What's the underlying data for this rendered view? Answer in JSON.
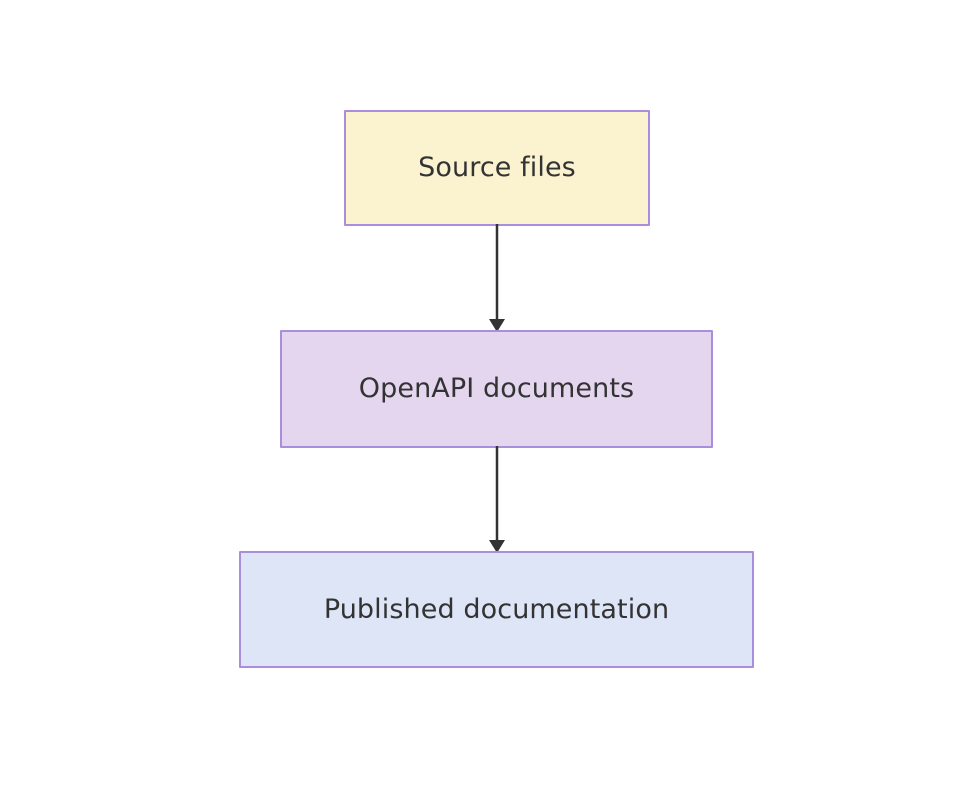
{
  "diagram": {
    "type": "flowchart",
    "direction": "top-to-bottom",
    "background_color": "#ffffff",
    "nodes": [
      {
        "id": "source-files",
        "label": "Source files",
        "fill_color": "#fbf2d0",
        "border_color": "#a98edc",
        "text_color": "#333333"
      },
      {
        "id": "openapi-documents",
        "label": "OpenAPI documents",
        "fill_color": "#e4d6ef",
        "border_color": "#a98edc",
        "text_color": "#333333"
      },
      {
        "id": "published-documentation",
        "label": "Published documentation",
        "fill_color": "#dde5f7",
        "border_color": "#a98edc",
        "text_color": "#333333"
      }
    ],
    "edges": [
      {
        "id": "source-to-openapi",
        "from": "source-files",
        "to": "openapi-documents",
        "label": "",
        "arrowhead": "solid-triangle",
        "line_color": "#333333"
      },
      {
        "id": "openapi-to-published",
        "from": "openapi-documents",
        "to": "published-documentation",
        "label": "",
        "arrowhead": "solid-triangle",
        "line_color": "#333333"
      }
    ]
  }
}
